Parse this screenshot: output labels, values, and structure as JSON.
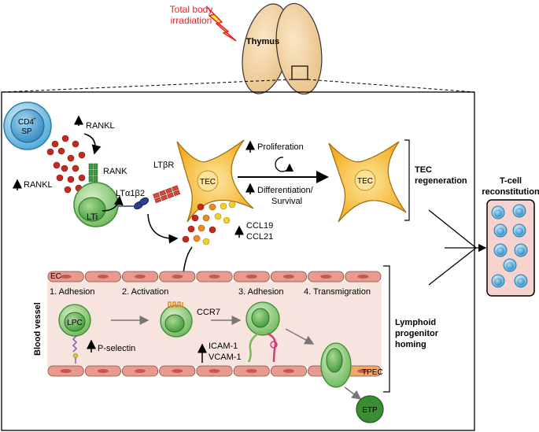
{
  "top": {
    "irradiation_line1": "Total body",
    "irradiation_line2": "irradiation",
    "thymus": "Thymus",
    "irradiation_color": "#e8202a"
  },
  "cells": {
    "cd4": "CD4",
    "cd4_sup": "+",
    "sp": "SP",
    "lti": "LTi",
    "tec_left": "TEC",
    "tec_right": "TEC",
    "lpc": "LPC",
    "etp": "ETP"
  },
  "labels": {
    "rankl_top": "RANKL",
    "rankl_left": "RANKL",
    "rank": "RANK",
    "lta1b2": "LTα1β2",
    "ltbr": "LTβR",
    "proliferation": "Proliferation",
    "differentiation": "Differentiation/",
    "survival": "Survival",
    "ccl19": "CCL19",
    "ccl21": "CCL21",
    "tec_regen_1": "TEC",
    "tec_regen_2": "regeneration",
    "tcell_1": "T-cell",
    "tcell_2": "reconstitution"
  },
  "vessel": {
    "ec": "EC",
    "blood_vessel": "Blood vessel",
    "step1": "1. Adhesion",
    "step2": "2. Activation",
    "step3": "3. Adhesion",
    "step4": "4. Transmigration",
    "ccr7": "CCR7",
    "pselectin": "P-selectin",
    "icam": "ICAM-1",
    "vcam": "VCAM-1",
    "tpec": "TPEC",
    "homing_1": "Lymphoid",
    "homing_2": "progenitor",
    "homing_3": "homing"
  },
  "colors": {
    "tec": "#f6b81f",
    "cell_green": "#8cc97a",
    "cd4_blue": "#5cb2de",
    "vessel_pink": "#f4d9d3",
    "ec_cell": "#e89a8f",
    "chemokine_red": "#c42a1e",
    "chemokine_orange": "#ec8a1d",
    "chemokine_yellow": "#f2cf2c",
    "rank_green": "#3e9a3e",
    "thymus_fill": "#f3d4a5"
  }
}
